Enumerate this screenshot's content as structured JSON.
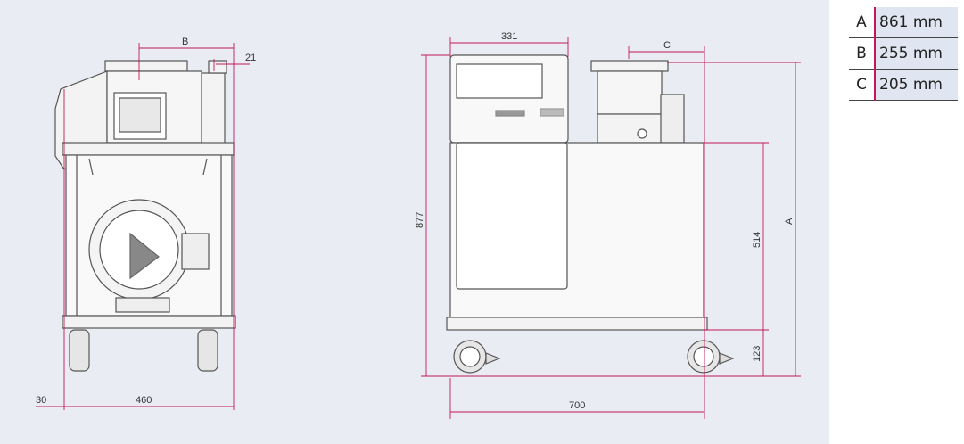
{
  "dimension_table": [
    {
      "key": "A",
      "value": "861 mm"
    },
    {
      "key": "B",
      "value": "255 mm"
    },
    {
      "key": "C",
      "value": "205 mm"
    }
  ],
  "front_view": {
    "label_b": "B",
    "label_21": "21",
    "label_30": "30",
    "label_460": "460"
  },
  "side_view": {
    "label_331": "331",
    "label_c": "C",
    "label_877": "877",
    "label_514": "514",
    "label_a": "A",
    "label_123": "123",
    "label_700": "700"
  },
  "colors": {
    "dimension_line": "#c2185b",
    "panel_background": "#e9edf3",
    "table_value_bg": "#dfe6f1"
  }
}
